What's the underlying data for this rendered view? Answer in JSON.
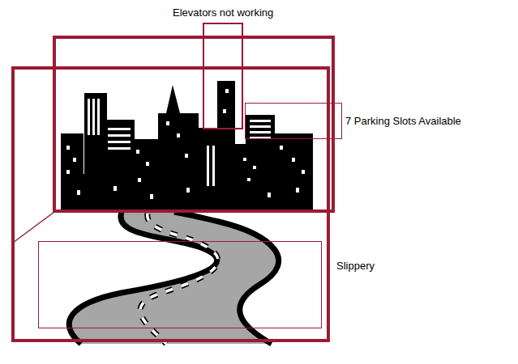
{
  "diagram": {
    "nodes": [
      {
        "text": [
          "Elevators not working"
        ]
      },
      {
        "text": [
          "7 Parking Slots Available"
        ]
      },
      {
        "text": [
          "Slippery"
        ]
      }
    ]
  }
}
